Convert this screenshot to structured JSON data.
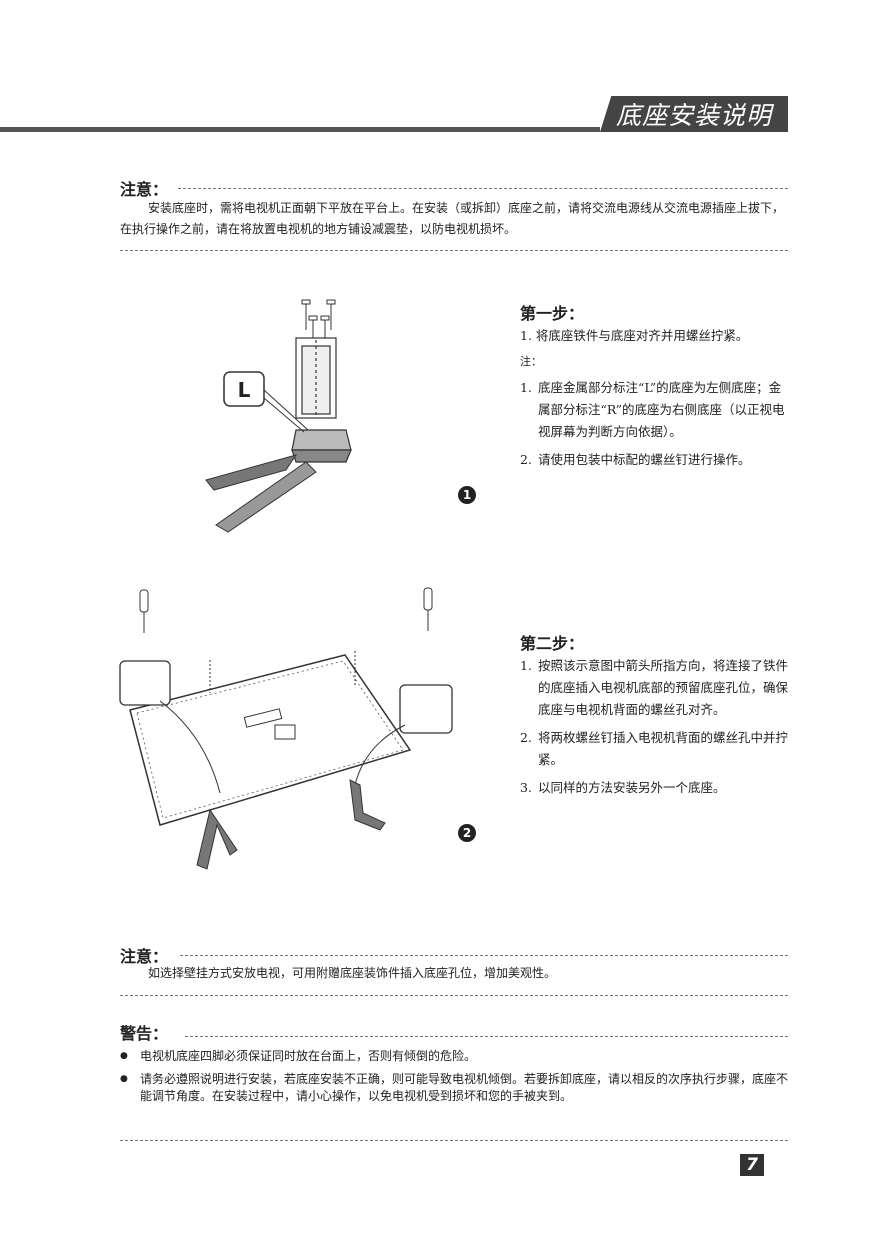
{
  "header": {
    "title": "底座安装说明"
  },
  "note1": {
    "heading": "注意：",
    "text": "安装底座时，需将电视机正面朝下平放在平台上。在安装（或拆卸）底座之前，请将交流电源线从交流电源插座上拔下，在执行操作之前，请在将放置电视机的地方铺设减震垫，以防电视机损坏。"
  },
  "figure1": {
    "label": "L",
    "number": "1"
  },
  "step1": {
    "title": "第一步：",
    "main": "1. 将底座铁件与底座对齐并用螺丝拧紧。",
    "note_label": "注：",
    "items": [
      {
        "num": "1.",
        "text": "底座金属部分标注“L”的底座为左侧底座；金属部分标注“R”的底座为右侧底座（以正视电视屏幕为判断方向依据）。"
      },
      {
        "num": "2.",
        "text": "请使用包装中标配的螺丝钉进行操作。"
      }
    ]
  },
  "figure2": {
    "number": "2"
  },
  "step2": {
    "title": "第二步：",
    "items": [
      {
        "num": "1.",
        "text": "按照该示意图中箭头所指方向，将连接了铁件的底座插入电视机底部的预留底座孔位，确保底座与电视机背面的螺丝孔对齐。"
      },
      {
        "num": "2.",
        "text": "将两枚螺丝钉插入电视机背面的螺丝孔中并拧紧。"
      },
      {
        "num": "3.",
        "text": "以同样的方法安装另外一个底座。"
      }
    ]
  },
  "note2": {
    "heading": "注意：",
    "text": "如选择壁挂方式安放电视，可用附赠底座装饰件插入底座孔位，增加美观性。"
  },
  "warning": {
    "heading": "警告：",
    "items": [
      "电视机底座四脚必须保证同时放在台面上，否则有倾倒的危险。",
      "请务必遵照说明进行安装，若底座安装不正确，则可能导致电视机倾倒。若要拆卸底座，请以相反的次序执行步骤，底座不能调节角度。在安装过程中，请小心操作，以免电视机受到损坏和您的手被夹到。"
    ]
  },
  "page": {
    "number": "7"
  }
}
